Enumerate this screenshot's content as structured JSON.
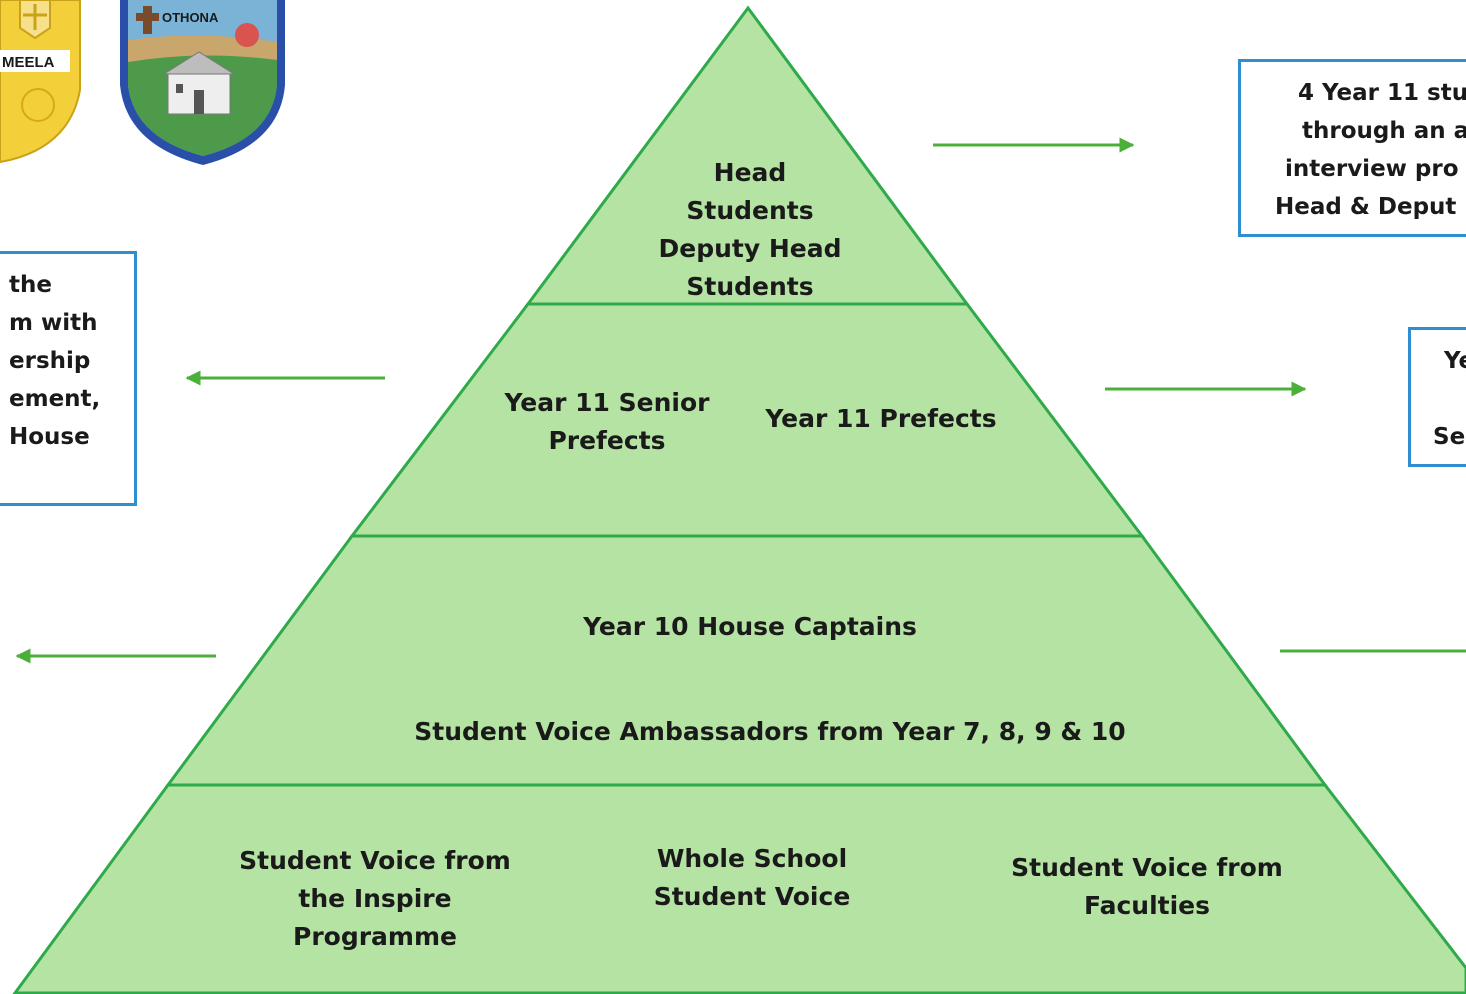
{
  "colors": {
    "pyramid_fill": "#b5e3a3",
    "pyramid_stroke": "#2eaa4a",
    "arrow": "#4caf3a",
    "box_border": "#2e8fd0",
    "text": "#1a1a1a"
  },
  "logos": [
    {
      "name": "emmeela-house-crest",
      "text": "MEELA"
    },
    {
      "name": "othona-house-crest",
      "text": "OTHONA"
    }
  ],
  "pyramid": {
    "tier1": {
      "lines": [
        "Head",
        "Students",
        "Deputy Head",
        "Students"
      ]
    },
    "tier2": {
      "left": [
        "Year 11 Senior",
        "Prefects"
      ],
      "right": "Year 11 Prefects"
    },
    "tier3": {
      "top": "Year 10 House Captains",
      "bottom": "Student Voice Ambassadors from Year 7, 8, 9 & 10"
    },
    "tier4": {
      "left": [
        "Student Voice from",
        "the Inspire",
        "Programme"
      ],
      "center": [
        "Whole School",
        "Student Voice"
      ],
      "right": [
        "Student Voice from",
        "Faculties"
      ]
    }
  },
  "side_boxes": {
    "left_box": [
      "the",
      "m with",
      "ership",
      "ement,",
      " House"
    ],
    "right_box_top": [
      "4 Year 11 stu",
      "through an a",
      "interview pro",
      "Head & Deput"
    ],
    "right_box_mid": [
      "Ye",
      "",
      "Se"
    ]
  }
}
